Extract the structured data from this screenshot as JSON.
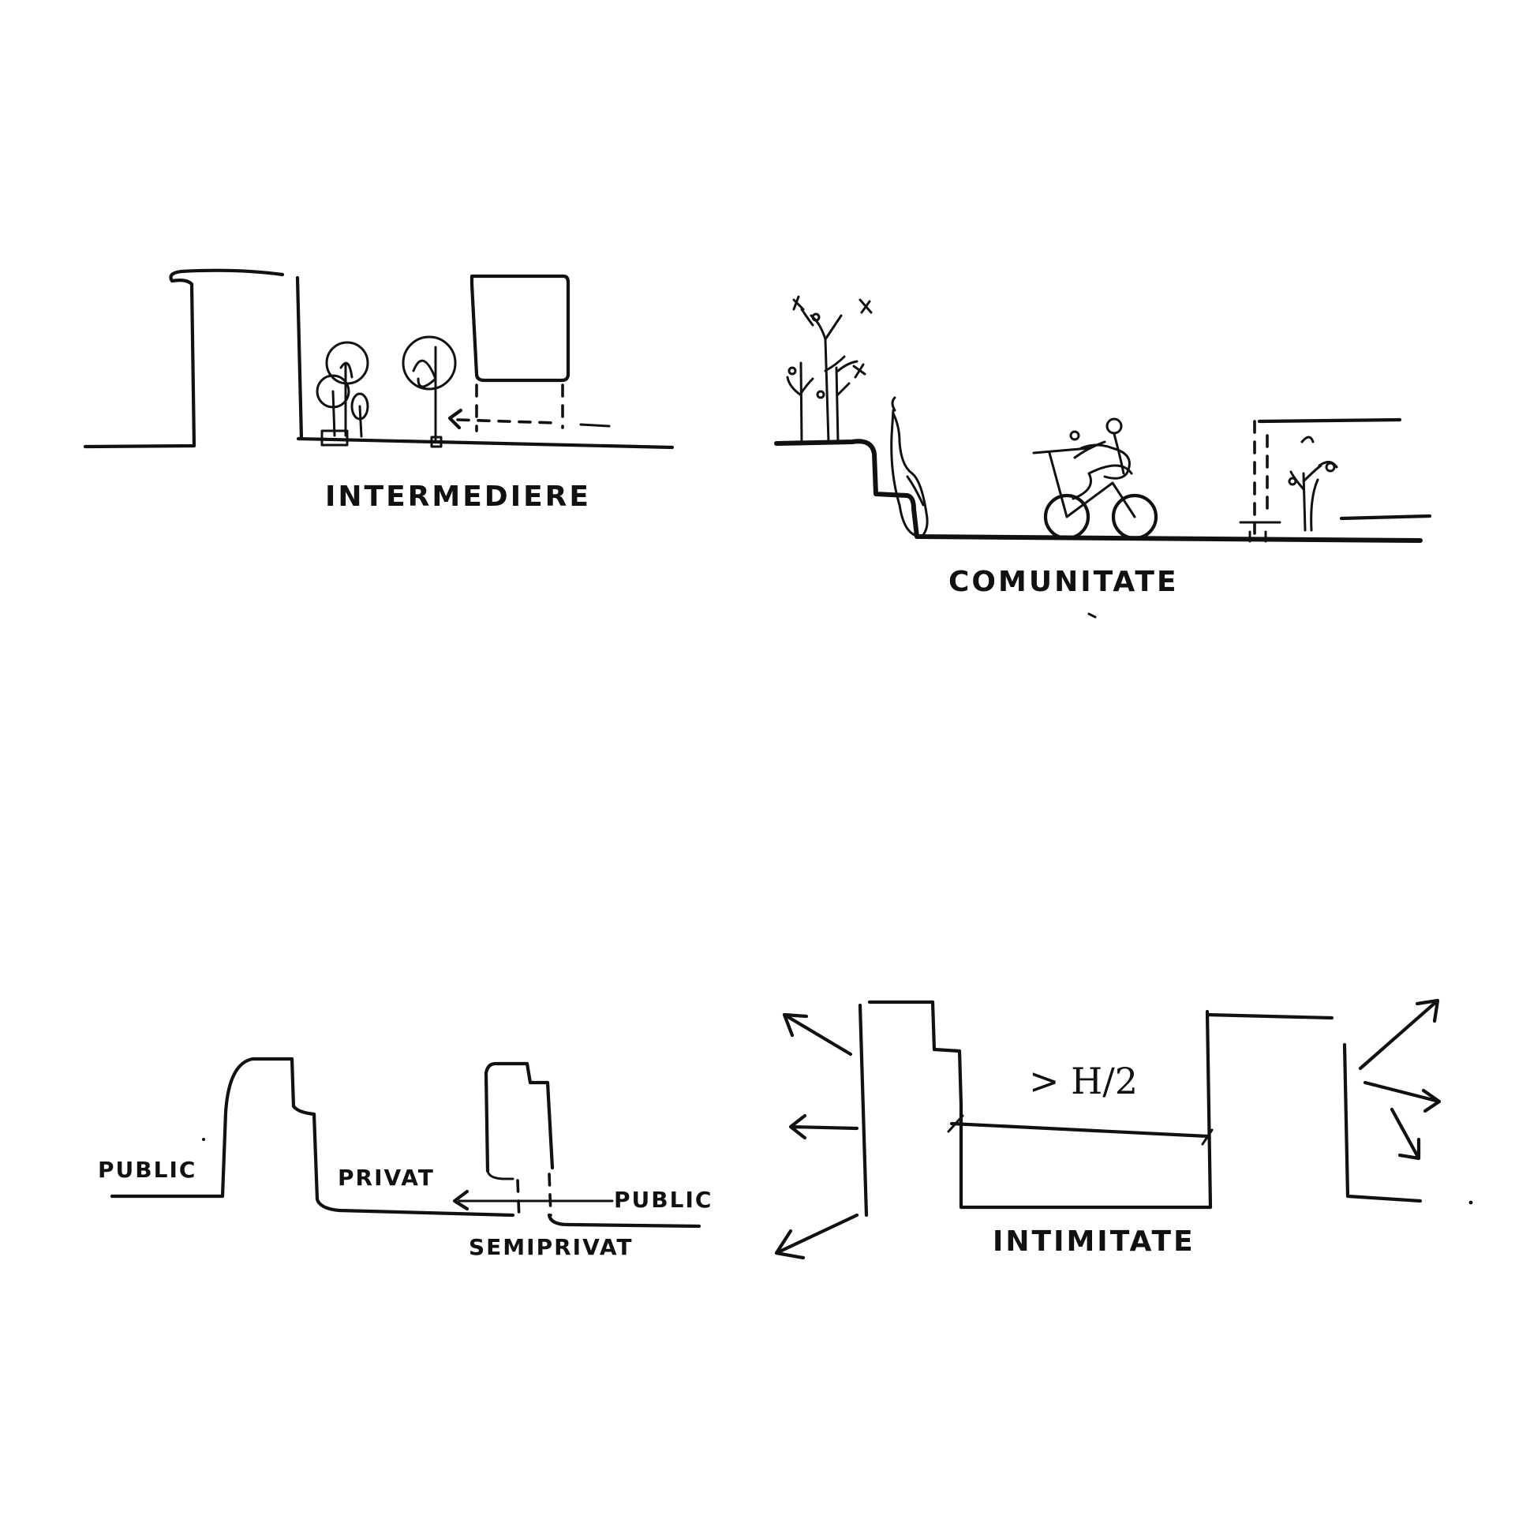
{
  "panels": {
    "intermediere": {
      "label": "INTERMEDIERE"
    },
    "comunitate": {
      "label": "COMUNITATE"
    },
    "tranzitie": {
      "label_public_left": "PUBLIC",
      "label_privat": "PRIVAT",
      "label_public_right": "PUBLIC",
      "label_semiprivat": "SEMIPRIVAT"
    },
    "intimitate": {
      "label": "INTIMITATE",
      "dimension_note": "> H/2"
    }
  },
  "colors": {
    "ink": "#111111",
    "paper": "#ffffff"
  }
}
